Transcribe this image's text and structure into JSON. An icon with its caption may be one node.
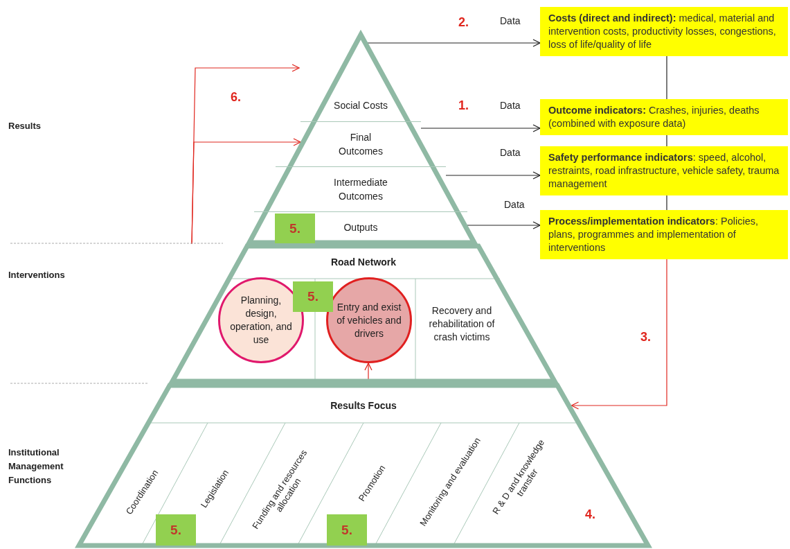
{
  "diagram": {
    "nodes": [
      {
        "text": [],
        "shape": "triangle"
      },
      {
        "text": [
          "Social Costs"
        ],
        "in": 0
      },
      {
        "text": [
          "Final Outcomes"
        ],
        "in": 0
      },
      {
        "text": [
          "Intermediate Outcomes"
        ],
        "in": 0
      },
      {
        "text": [
          "Outputs"
        ],
        "in": 0
      },
      {
        "text": [
          "Road Network"
        ]
      },
      {
        "text": [
          "Planning, design, operation, and use"
        ],
        "in": 5
      },
      {
        "text": [
          "Entry and exist of vehicles and drivers"
        ],
        "in": 5
      },
      {
        "text": [
          "Recovery and rehabilitation of crash victims"
        ],
        "in": 5
      },
      {
        "text": [
          "Results Focus"
        ]
      },
      {
        "text": [
          "Coordination"
        ],
        "in": 9
      },
      {
        "text": [
          "Legislation"
        ],
        "in": 9
      },
      {
        "text": [
          "Funding and resources allocation"
        ],
        "in": 9
      },
      {
        "text": [
          "Promotion"
        ],
        "in": 9
      },
      {
        "text": [
          "Monitoring and evaluation"
        ],
        "in": 9
      },
      {
        "text": [
          "R & D and knowledge transfer"
        ],
        "in": 9
      },
      {
        "text": [
          "**Costs (direct and indirect):** medical, material and intervention costs, productivity losses, congestions, loss of life/quality of life"
        ]
      },
      {
        "text": [
          "**Outcome indicators:** Crashes, injuries, deaths (combined with exposure data)"
        ]
      },
      {
        "text": [
          "**Safety performance indicators**: speed, alcohol, restraints, road infrastructure, vehicle safety, trauma management"
        ]
      },
      {
        "text": [
          "**Process/implementation indicators**: Policies, plans, programmes and implementation of interventions"
        ]
      },
      {
        "text": [
          "5."
        ],
        "in": 4
      },
      {
        "text": [
          "5."
        ],
        "in": 5
      },
      {
        "text": [
          "5."
        ],
        "in": 9
      },
      {
        "text": [
          "5."
        ],
        "in": 9
      }
    ],
    "edges": [
      {
        "from": 0,
        "to": 16,
        "arrow": "to",
        "label": "Data"
      },
      {
        "from": 2,
        "to": 17,
        "arrow": "to",
        "label": "Data"
      },
      {
        "from": 3,
        "to": 18,
        "arrow": "to",
        "label": "Data"
      },
      {
        "from": 4,
        "to": 19,
        "arrow": "to",
        "label": "Data"
      },
      {
        "from": 16,
        "to": 17,
        "arrow": "none"
      },
      {
        "from": 17,
        "to": 18,
        "arrow": "none"
      },
      {
        "from": 18,
        "to": 19,
        "arrow": "none"
      },
      {
        "from": 19,
        "to": 9,
        "arrow": "to",
        "color": "#e0261e"
      },
      {
        "from": 9,
        "to": 7,
        "arrow": "to",
        "color": "#e0261e"
      },
      {
        "from": null,
        "to": 0,
        "arrow": "to",
        "color": "#e0261e"
      },
      {
        "from": null,
        "to": 2,
        "arrow": "to",
        "color": "#e0261e"
      }
    ],
    "labels": [
      "2.",
      "6.",
      "1.",
      "Results",
      "Interventions",
      "3.",
      "Institutional Management Functions",
      "4."
    ]
  }
}
